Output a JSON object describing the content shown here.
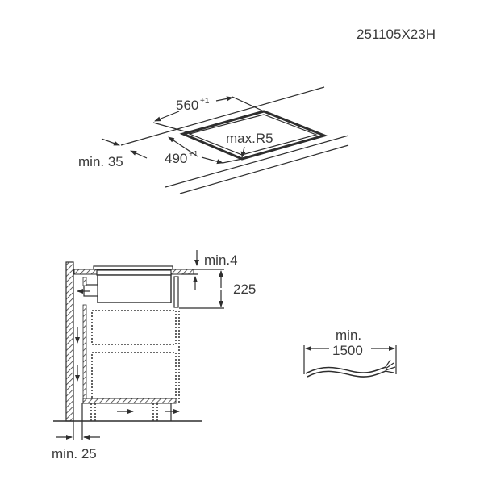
{
  "drawing_code": "251105X23H",
  "cutout_view": {
    "width_label": "560",
    "width_tolerance": "+1",
    "depth_label": "490",
    "depth_tolerance": "+1",
    "radius_label": "max.R5",
    "edge_distance_label": "min. 35"
  },
  "section_view": {
    "top_gap_label": "min.4",
    "height_label": "225",
    "wall_gap_label": "min. 25"
  },
  "cable_view": {
    "length_label_line1": "min.",
    "length_label_line2": "1500"
  },
  "colors": {
    "line": "#2e2e2e",
    "text": "#3a3a3a",
    "background": "#ffffff"
  }
}
